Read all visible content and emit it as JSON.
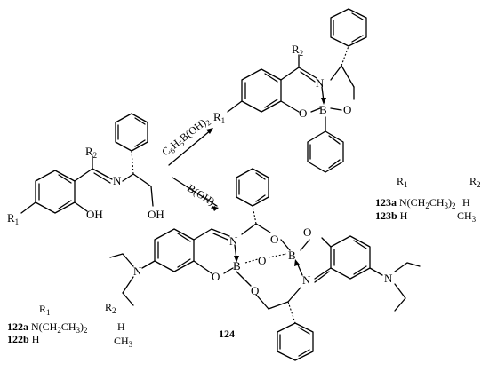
{
  "reagents": {
    "phenylboronic": "C6H5B(OH)2",
    "boric": "B(OH)3"
  },
  "atoms": {
    "N": "N",
    "O": "O",
    "B": "B",
    "OH": "OH",
    "R1": "R1",
    "R2": "R2"
  },
  "table_123": {
    "header_r1": "R1",
    "header_r2": "R2",
    "rows": [
      {
        "id": "123a",
        "r1": "N(CH2CH3)2",
        "r2": "H"
      },
      {
        "id": "123b",
        "r1": "H",
        "r2": "CH3"
      }
    ]
  },
  "table_122": {
    "header_r1": "R1",
    "header_r2": "R2",
    "rows": [
      {
        "id": "122a",
        "r1": "N(CH2CH3)2",
        "r2": "H"
      },
      {
        "id": "122b",
        "r1": "H",
        "r2": "CH3"
      }
    ]
  },
  "compound_124": "124"
}
